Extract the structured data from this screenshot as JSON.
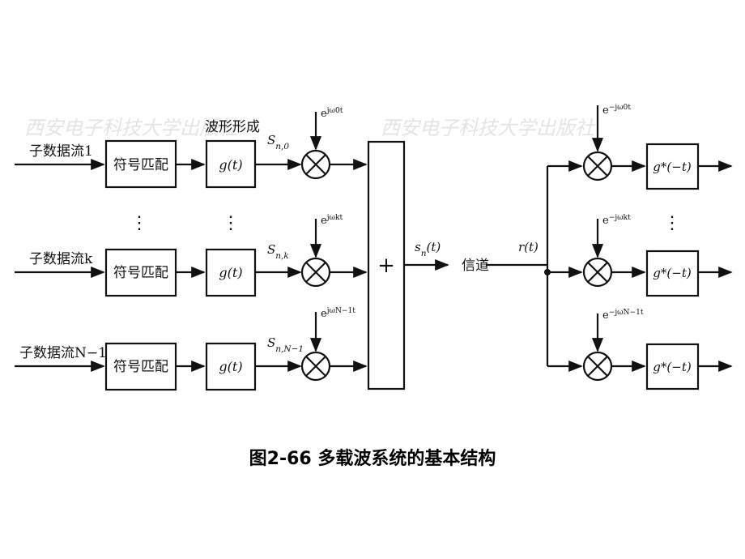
{
  "watermark": "西安电子科技大学出版社",
  "transmitter": {
    "streams": [
      "子数据流1",
      "子数据流k",
      "子数据流N−1"
    ],
    "matcher_label": "符号匹配",
    "shaping_header": "波形形成",
    "filter_label": "g(t)",
    "symbols": [
      "S_{n,0}",
      "S_{n,k}",
      "S_{n,N−1}"
    ],
    "carriers": [
      "e^{jω0t}",
      "e^{jωkt}",
      "e^{jωN−1t}"
    ],
    "adder_label": "+",
    "output_label": "s_n(t)"
  },
  "channel_label": "信道",
  "receiver": {
    "input_label": "r(t)",
    "carriers": [
      "e^{−jω0t}",
      "e^{−jωkt}",
      "e^{−jωN−1t}"
    ],
    "filter_label": "g*(−t)"
  },
  "continuation": "⋮",
  "caption": "图2-66 多载波系统的基本结构"
}
